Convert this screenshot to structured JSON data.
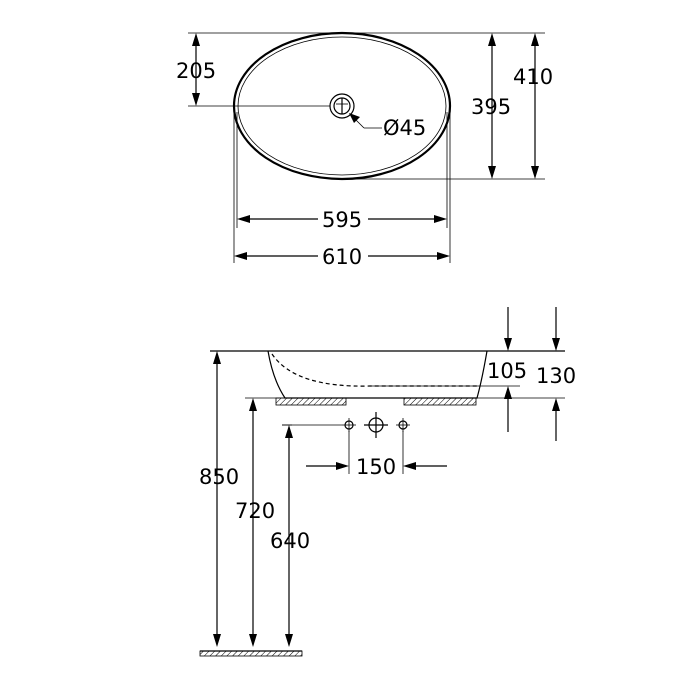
{
  "top_view": {
    "dim_205": "205",
    "dim_410": "410",
    "dim_395": "395",
    "dim_diameter": "Ø45",
    "dim_595": "595",
    "dim_610": "610"
  },
  "side_view": {
    "dim_105": "105",
    "dim_130": "130",
    "dim_150": "150",
    "dim_850": "850",
    "dim_720": "720",
    "dim_640": "640"
  }
}
